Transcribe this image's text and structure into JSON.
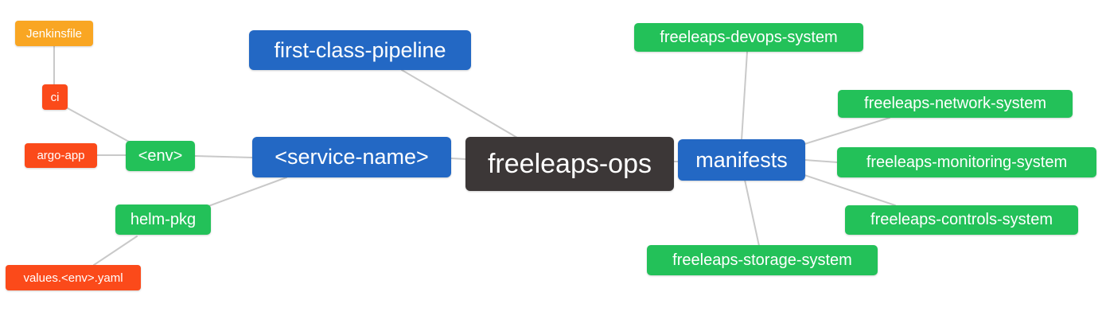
{
  "diagram": {
    "background_color": "#ffffff",
    "edge_color": "#c9c9c9",
    "colors": {
      "root": "#3c3737",
      "branch_blue": "#2368c4",
      "leaf_green": "#23c159",
      "leaf_red": "#fb4a1a",
      "leaf_orange": "#f9a623"
    },
    "nodes": {
      "jenkinsfile": {
        "label": "Jenkinsfile",
        "color": "#f9a623"
      },
      "ci": {
        "label": "ci",
        "color": "#fb4a1a"
      },
      "argo_app": {
        "label": "argo-app",
        "color": "#fb4a1a"
      },
      "env": {
        "label": "<env>",
        "color": "#23c159"
      },
      "first_class_pipeline": {
        "label": "first-class-pipeline",
        "color": "#2368c4"
      },
      "service_name": {
        "label": "<service-name>",
        "color": "#2368c4"
      },
      "freeleaps_ops": {
        "label": "freeleaps-ops",
        "color": "#3c3737"
      },
      "manifests": {
        "label": "manifests",
        "color": "#2368c4"
      },
      "helm_pkg": {
        "label": "helm-pkg",
        "color": "#23c159"
      },
      "values_env_yaml": {
        "label": "values.<env>.yaml",
        "color": "#fb4a1a"
      },
      "devops_system": {
        "label": "freeleaps-devops-system",
        "color": "#23c159"
      },
      "network_system": {
        "label": "freeleaps-network-system",
        "color": "#23c159"
      },
      "monitoring_system": {
        "label": "freeleaps-monitoring-system",
        "color": "#23c159"
      },
      "controls_system": {
        "label": "freeleaps-controls-system",
        "color": "#23c159"
      },
      "storage_system": {
        "label": "freeleaps-storage-system",
        "color": "#23c159"
      }
    },
    "edges": [
      {
        "from": "jenkinsfile",
        "to": "ci"
      },
      {
        "from": "ci",
        "to": "env"
      },
      {
        "from": "argo_app",
        "to": "env"
      },
      {
        "from": "env",
        "to": "service_name"
      },
      {
        "from": "helm_pkg",
        "to": "service_name"
      },
      {
        "from": "values_env_yaml",
        "to": "helm_pkg"
      },
      {
        "from": "first_class_pipeline",
        "to": "freeleaps_ops"
      },
      {
        "from": "service_name",
        "to": "freeleaps_ops"
      },
      {
        "from": "freeleaps_ops",
        "to": "manifests"
      },
      {
        "from": "manifests",
        "to": "devops_system"
      },
      {
        "from": "manifests",
        "to": "network_system"
      },
      {
        "from": "manifests",
        "to": "monitoring_system"
      },
      {
        "from": "manifests",
        "to": "controls_system"
      },
      {
        "from": "manifests",
        "to": "storage_system"
      }
    ]
  }
}
